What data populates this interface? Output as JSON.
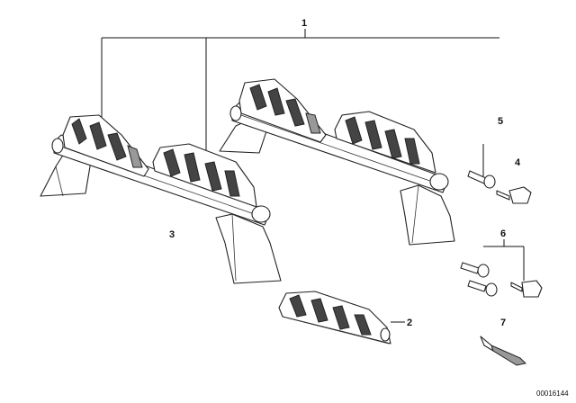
{
  "diagram": {
    "callouts": {
      "rack_assembly": "1",
      "single_holder": "2",
      "left_rack": "3",
      "key": "4",
      "lock_cylinder": "5",
      "lock_set": "6",
      "tool": "7"
    },
    "document_number": "00016144"
  }
}
